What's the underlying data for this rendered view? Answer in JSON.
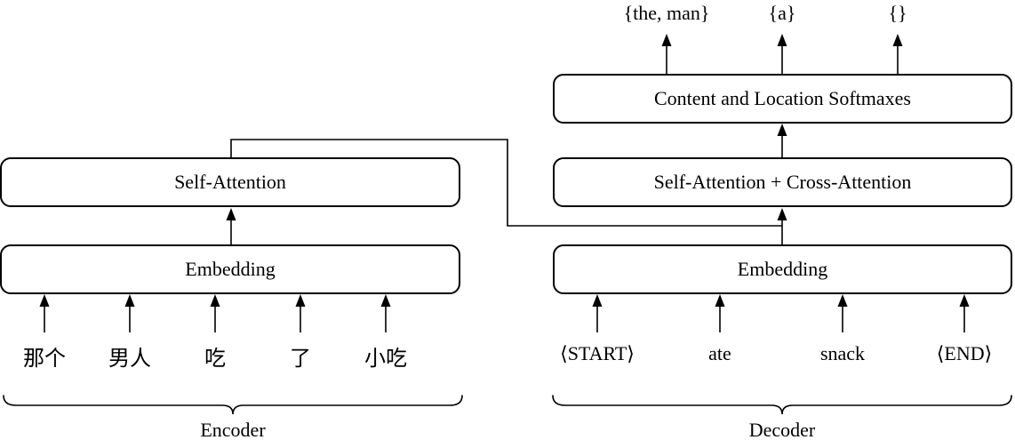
{
  "figure": {
    "encoder": {
      "self_attention_label": "Self-Attention",
      "embedding_label": "Embedding",
      "tokens": [
        "那个",
        "男人",
        "吃",
        "了",
        "小吃"
      ],
      "brace_label": "Encoder"
    },
    "decoder": {
      "softmax_label": "Content and Location Softmaxes",
      "attention_label": "Self-Attention + Cross-Attention",
      "embedding_label": "Embedding",
      "tokens": [
        "⟨START⟩",
        "ate",
        "snack",
        "⟨END⟩"
      ],
      "outputs": [
        "{the, man}",
        "{a}",
        "{}"
      ],
      "brace_label": "Decoder"
    },
    "colors": {
      "line": "#000000",
      "background": "#ffffff"
    }
  }
}
